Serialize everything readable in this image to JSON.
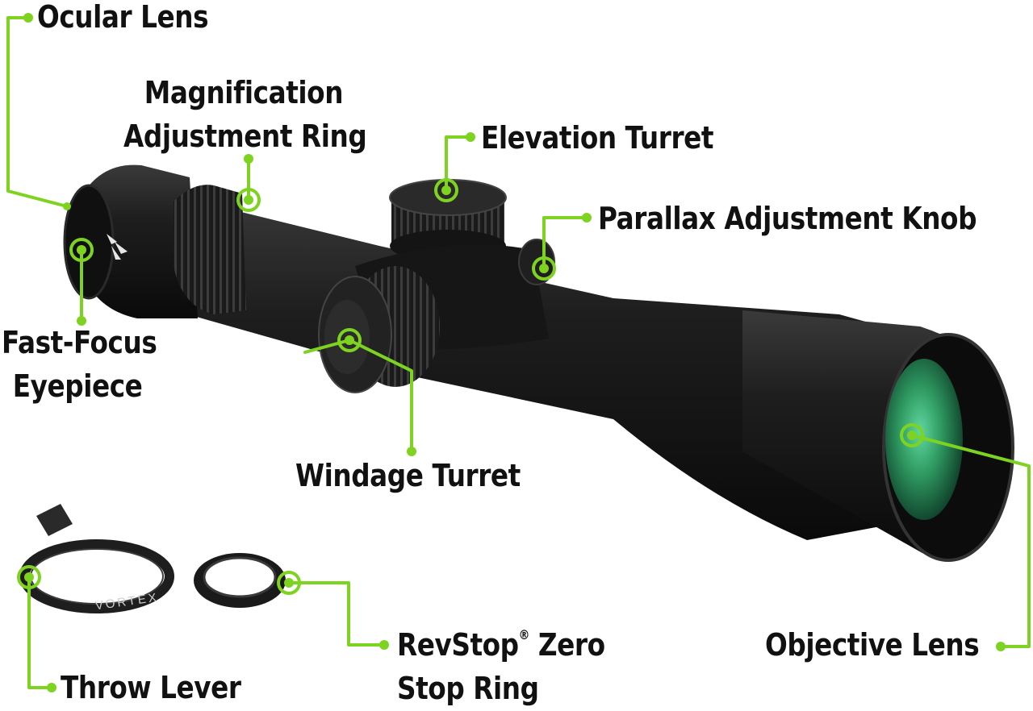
{
  "colors": {
    "callout": "#7ed321",
    "text": "#111111",
    "scope_body": "#1c1c1c",
    "lens_glass": "#2f9a62"
  },
  "labels": {
    "ocular_lens": "Ocular Lens",
    "magnification_line1": "Magnification",
    "magnification_line2": "Adjustment Ring",
    "elevation_turret": "Elevation Turret",
    "parallax_knob": "Parallax Adjustment Knob",
    "fast_focus_line1": "Fast-Focus",
    "fast_focus_line2": "Eyepiece",
    "windage_turret": "Windage Turret",
    "objective_lens": "Objective Lens",
    "throw_lever": "Throw Lever",
    "revstop_line1": "RevStop",
    "revstop_mark": "®",
    "revstop_line1_end": " Zero",
    "revstop_line2": "Stop Ring"
  },
  "product_marks": {
    "brand_ring_text": "VORTEX"
  }
}
